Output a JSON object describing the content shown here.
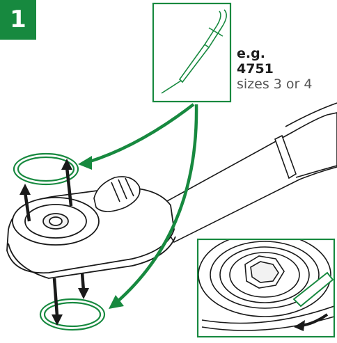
{
  "step": {
    "number": "1"
  },
  "tool_note": {
    "prefix": "e.g.",
    "code": "4751",
    "sizes": "sizes 3 or 4"
  },
  "colors": {
    "accent": "#17893f",
    "line": "#1a1a1a",
    "ring": "#17893f"
  },
  "icons": {
    "step": "step-number-badge",
    "tool": "pick-tool-icon",
    "ring": "snap-ring-icon",
    "arrow": "direction-arrow-icon"
  }
}
